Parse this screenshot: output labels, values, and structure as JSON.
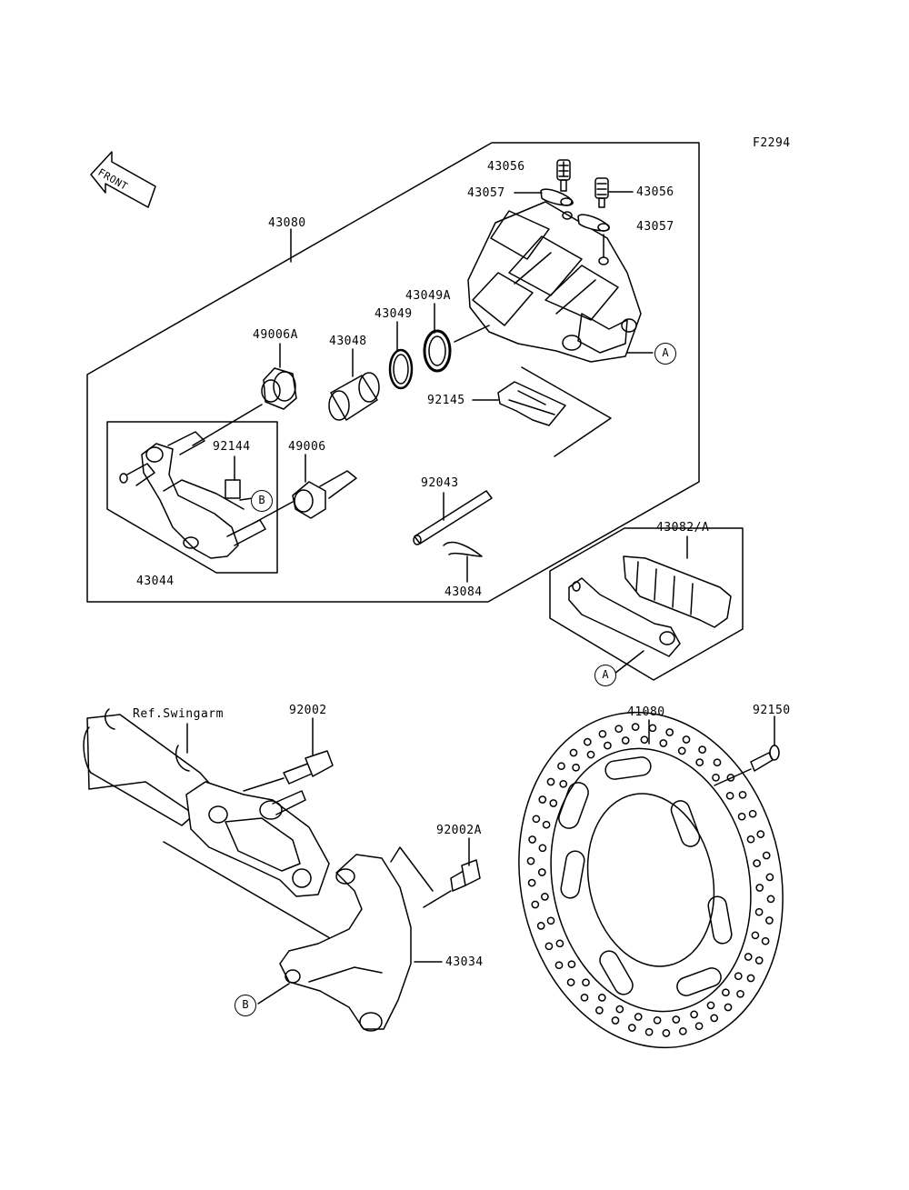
{
  "figure_code": "F2294",
  "front_label": "FRONT",
  "labels": {
    "caliper_assy": "43080",
    "bleed_valve_top": "43056",
    "bleed_valve_right": "43056",
    "bleed_cap_left": "43057",
    "bleed_cap_right": "43057",
    "seal_dust": "43049A",
    "seal_piston": "43049",
    "piston": "43048",
    "boot_large": "49006A",
    "boot_small": "49006",
    "pad_spring": "92145",
    "clip_small": "92144",
    "holder_assy": "43044",
    "pin": "92043",
    "pin_clip": "43084",
    "pads": "43082/A",
    "swingarm_ref": "Ref.Swingarm",
    "bolt_holder": "92002",
    "bolt_holder_a": "92002A",
    "torque_link": "43034",
    "disc": "41080",
    "disc_bolt": "92150"
  },
  "markers": {
    "a_caliper": "A",
    "a_pad": "A",
    "b_holder": "B",
    "b_bracket": "B"
  }
}
